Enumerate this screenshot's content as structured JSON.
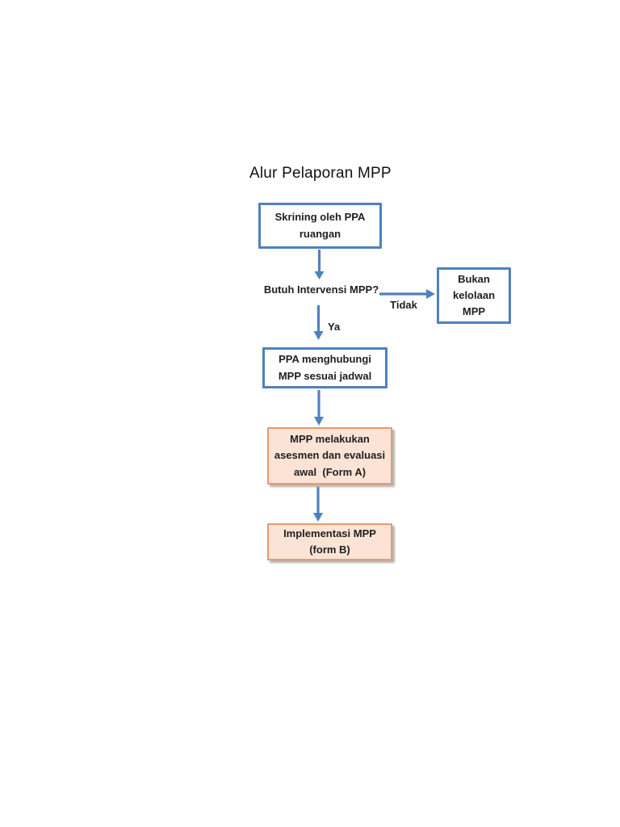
{
  "title": "Alur Pelaporan MPP",
  "colors": {
    "flow_blue": "#4f81bd",
    "orange_border": "#e79b6e",
    "orange_fill": "#fbe3d5",
    "text": "#1f1f1f",
    "page_background": "#ffffff"
  },
  "nodes": [
    {
      "id": "skrining",
      "style": "blue-outline",
      "label": "Skrining oleh PPA\nruangan"
    },
    {
      "id": "bukan-kelolaan",
      "style": "blue-outline",
      "label": "Bukan\nkelolaan\nMPP"
    },
    {
      "id": "ppa-menghubungi",
      "style": "blue-outline",
      "label": "PPA menghubungi\nMPP sesuai jadwal"
    },
    {
      "id": "asesmen-awal",
      "style": "orange-filled",
      "label": "MPP melakukan\nasesmen dan evaluasi\nawal  (Form A)"
    },
    {
      "id": "implementasi",
      "style": "orange-filled",
      "label": "Implementasi MPP\n(form B)"
    }
  ],
  "decision": {
    "question": "Butuh Intervensi MPP?",
    "no_label": "Tidak",
    "yes_label": "Ya"
  }
}
